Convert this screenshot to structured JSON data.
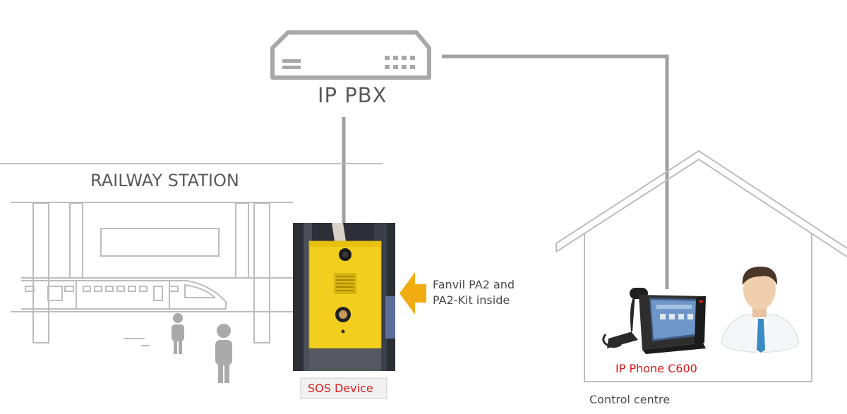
{
  "labels": {
    "pbx": "IP PBX",
    "station": "RAILWAY STATION",
    "kit_line1": "Fanvil PA2 and",
    "kit_line2": "PA2-Kit inside",
    "sos": "SOS Device",
    "phone": "IP Phone C600",
    "control": "Control centre"
  },
  "colors": {
    "line": "#a0a0a0",
    "outline": "#bdbdbd",
    "device": "#f2cf1e",
    "arrow": "#f0ac10",
    "highlight": "#e02020"
  },
  "icons": {
    "pbx": "network-switch-icon",
    "arrow": "arrow-left-icon",
    "phone": "desk-phone-icon",
    "operator": "operator-avatar-icon"
  }
}
